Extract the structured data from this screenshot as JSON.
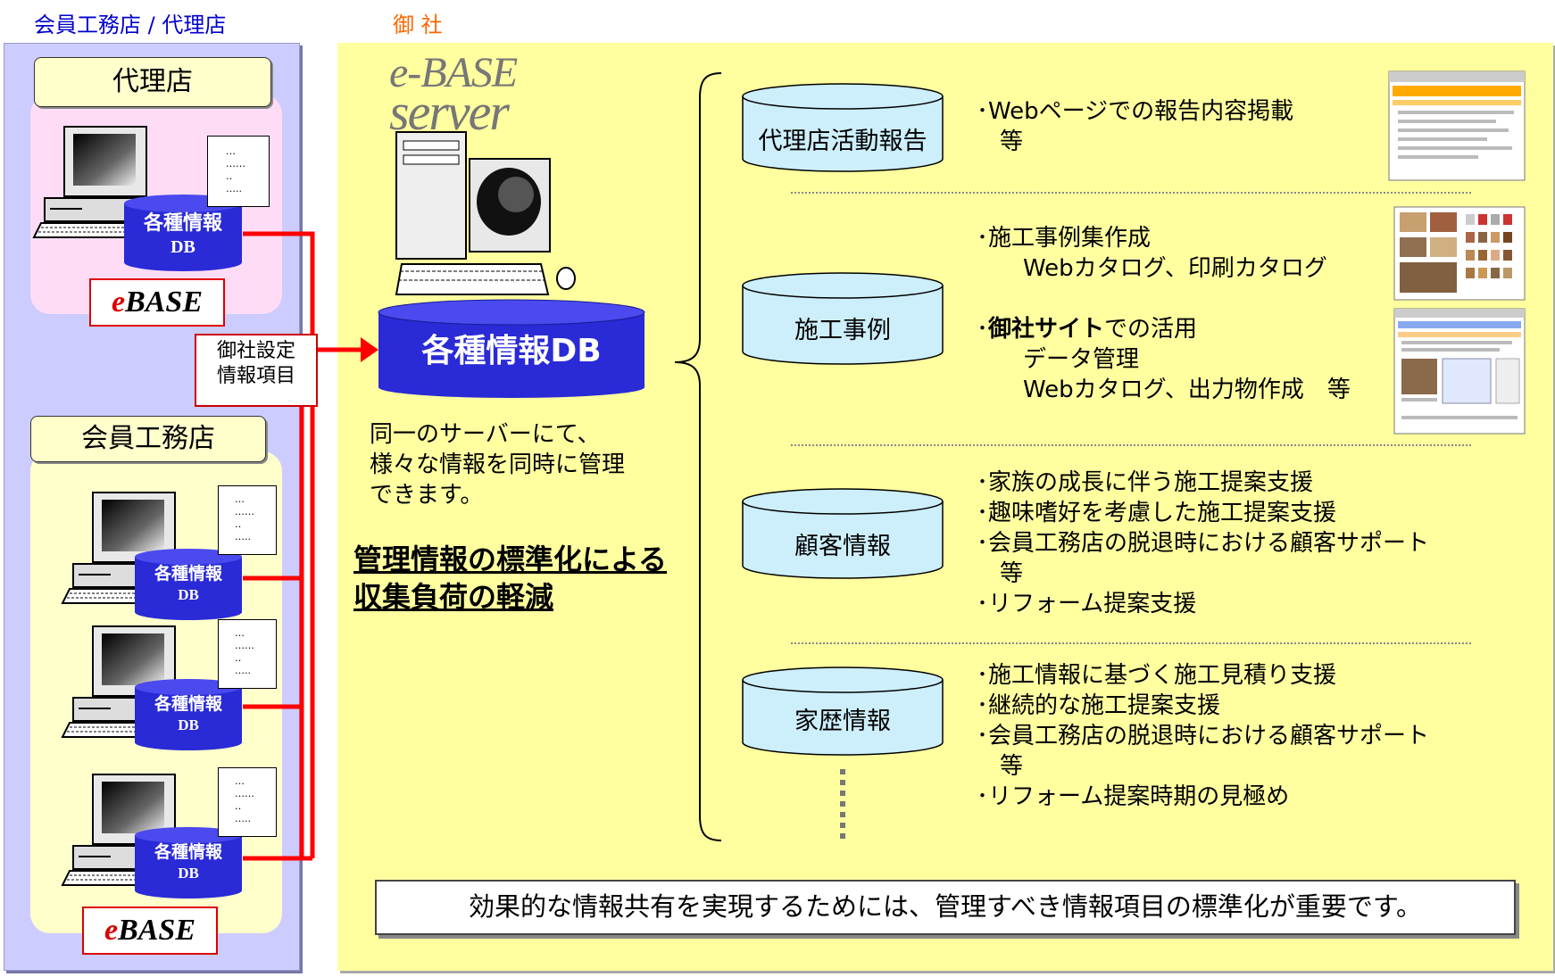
{
  "headers": {
    "left": "会員工務店 / 代理店",
    "right": "御 社"
  },
  "colors": {
    "header_left": "#0000cc",
    "header_right": "#ff6600",
    "db_blue": "#2a2ad6",
    "cyl_light": "#cdeefb",
    "line_red": "#ff0000",
    "panel_left": "#ccccff",
    "panel_right": "#ffffa0"
  },
  "left": {
    "agency_title": "代理店",
    "member_title": "会員工務店",
    "db_label_line1": "各種情報",
    "db_label_line2": "DB",
    "ebase_e": "e",
    "ebase_rest": "BASE",
    "note_line1": "御社設定",
    "note_line2": "情報項目",
    "doc_dots": "…\n……\n‥\n….."
  },
  "center": {
    "logo_line1": "e-BASE",
    "logo_line2": "server",
    "db_main": "各種情報DB",
    "desc_line1": "同一のサーバーにて、",
    "desc_line2": "様々な情報を同時に管理",
    "desc_line3": "できます。",
    "emph_line1": "管理情報の標準化による",
    "emph_line2": "収集負荷の軽減"
  },
  "categories": [
    {
      "name": "代理店活動報告",
      "items": [
        "･Webページでの報告内容掲載",
        "　等"
      ]
    },
    {
      "name": "施工事例",
      "items": [
        "･施工事例集作成",
        "　　Webカタログ、印刷カタログ",
        "",
        "･|御社サイト|での活用",
        "　　データ管理",
        "　　Webカタログ、出力物作成　等"
      ]
    },
    {
      "name": "顧客情報",
      "items": [
        "･家族の成長に伴う施工提案支援",
        "･趣味嗜好を考慮した施工提案支援",
        "･会員工務店の脱退時における顧客サポート",
        "　等",
        "･リフォーム提案支援"
      ]
    },
    {
      "name": "家歴情報",
      "items": [
        "･施工情報に基づく施工見積り支援",
        "･継続的な施工提案支援",
        "･会員工務店の脱退時における顧客サポート",
        "　等",
        "･リフォーム提案時期の見極め"
      ]
    }
  ],
  "bottom_message": "効果的な情報共有を実現するためには、管理すべき情報項目の標準化が重要です。"
}
